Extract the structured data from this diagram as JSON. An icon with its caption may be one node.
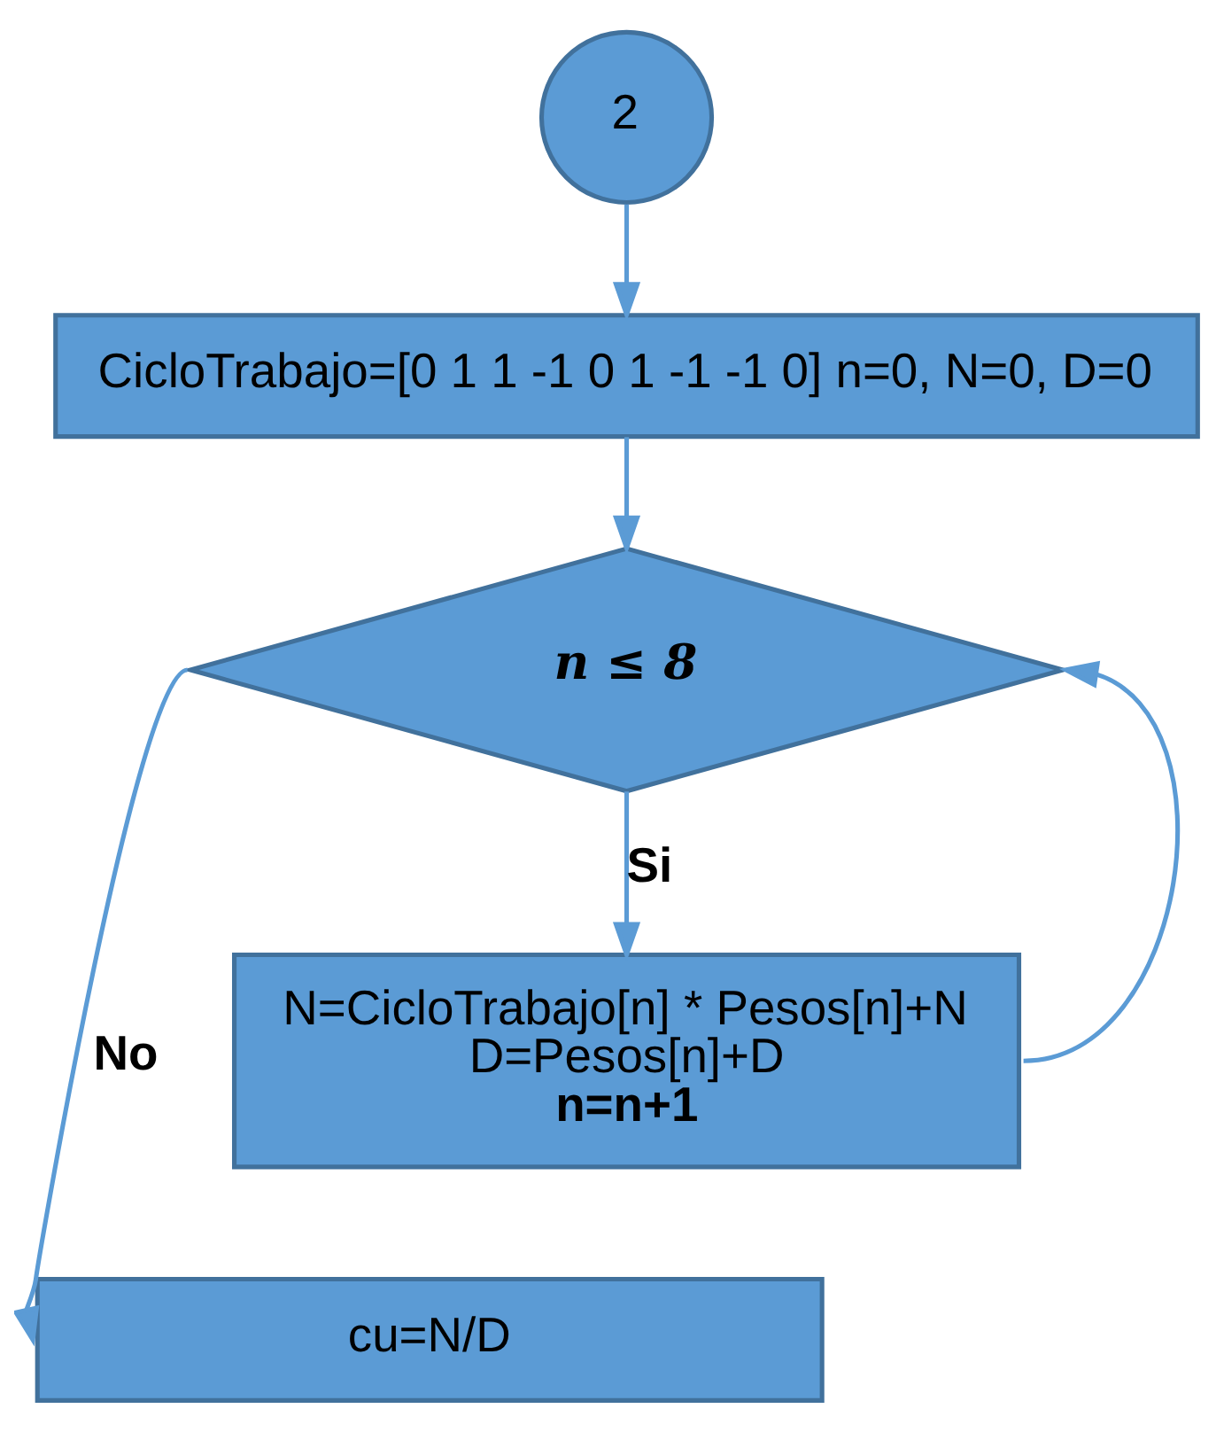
{
  "diagram": {
    "nodes": [
      {
        "text": [
          "2"
        ]
      },
      {
        "text": [
          "CicloTrabajo=[0 1 1 -1 0 1 -1 -1 0] n=0, N=0, D=0"
        ]
      },
      {
        "text": [
          "n ≤ 8"
        ]
      },
      {
        "text": [
          "N=CicloTrabajo[n] * Pesos[n]+N",
          "D=Pesos[n]+D",
          "n=n+1"
        ]
      },
      {
        "text": [
          "cu=N/D"
        ]
      }
    ],
    "edges": [
      {
        "from": 0,
        "to": 1,
        "arrow": "to"
      },
      {
        "from": 1,
        "to": 2,
        "arrow": "to"
      },
      {
        "from": 2,
        "to": 3,
        "arrow": "to",
        "label": "Si"
      },
      {
        "from": 2,
        "to": 4,
        "arrow": "to",
        "label": "No"
      },
      {
        "from": 3,
        "to": 2,
        "arrow": "to"
      }
    ]
  }
}
